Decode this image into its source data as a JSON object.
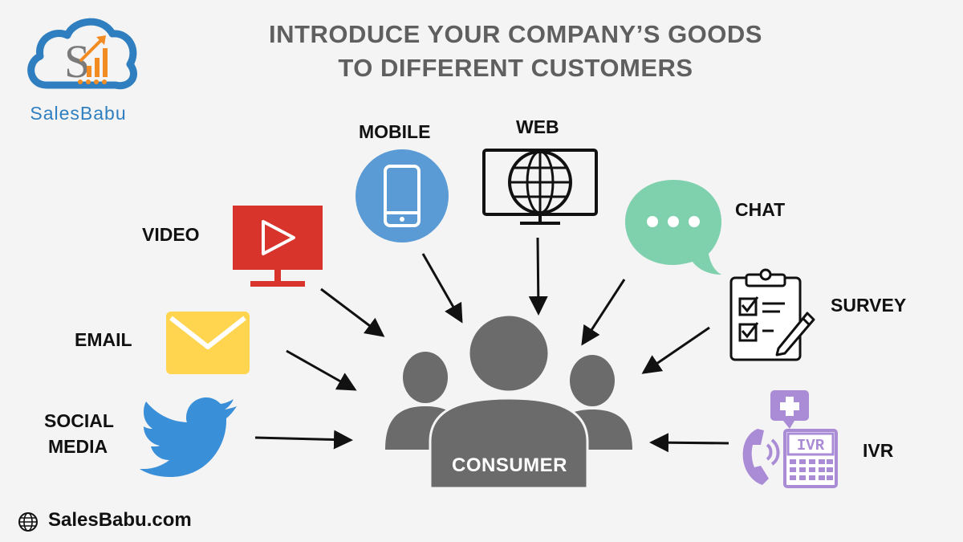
{
  "title": {
    "line1": "INTRODUCE YOUR COMPANY’S GOODS",
    "line2": "TO DIFFERENT CUSTOMERS"
  },
  "logo": {
    "brand": "SalesBabu",
    "letter": "S"
  },
  "channels": {
    "mobile": "MOBILE",
    "web": "WEB",
    "chat": "CHAT",
    "video": "VIDEO",
    "survey": "SURVEY",
    "email": "EMAIL",
    "social_line1": "SOCIAL",
    "social_line2": "MEDIA",
    "ivr": "IVR",
    "ivr_screen": "IVR"
  },
  "center": {
    "label": "CONSUMER"
  },
  "footer": {
    "url": "SalesBabu.com"
  },
  "colors": {
    "title": "#5f5f5f",
    "brand_blue": "#2f7fc0",
    "brand_orange": "#f28b22",
    "video_red": "#d9342b",
    "mobile_blue": "#5b9bd5",
    "chat_green": "#7fd1ae",
    "email_yellow": "#ffd54f",
    "twitter_blue": "#3a8fd9",
    "ivr_purple": "#a98bd6",
    "people_gray": "#6b6b6b"
  },
  "icons": [
    "cloud-logo-icon",
    "video-monitor-icon",
    "mobile-phone-icon",
    "web-globe-monitor-icon",
    "chat-bubble-icon",
    "survey-clipboard-icon",
    "email-envelope-icon",
    "twitter-bird-icon",
    "ivr-phone-icon",
    "consumer-group-icon",
    "globe-icon"
  ]
}
